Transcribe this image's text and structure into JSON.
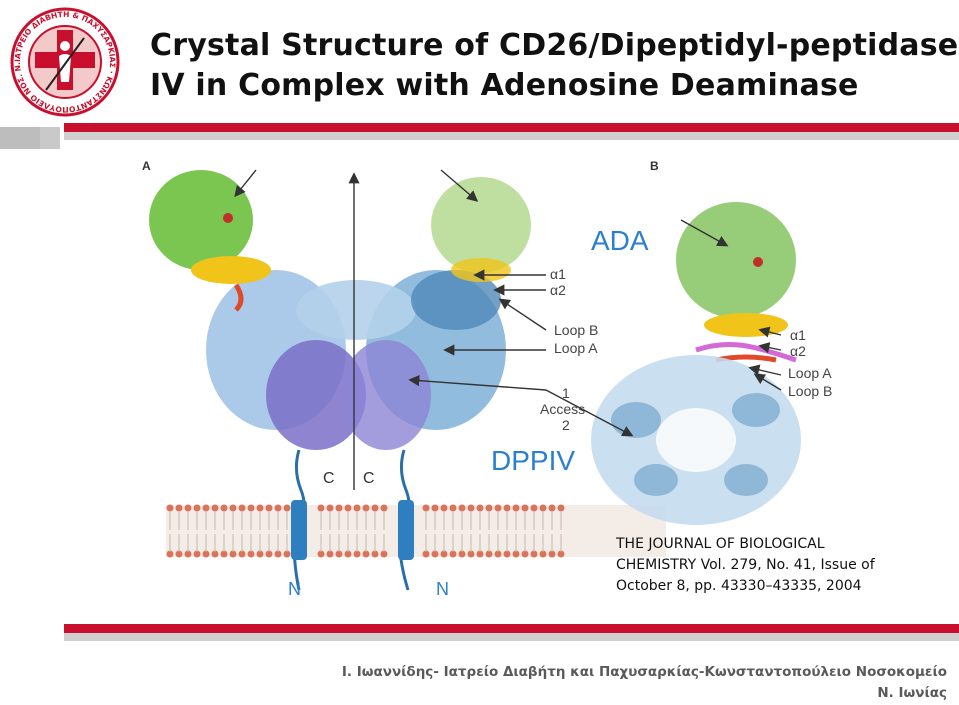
{
  "slide": {
    "title_line1": "Crystal Structure of CD26/Dipeptidyl-peptidase",
    "title_line2": "IV in Complex with Adenosine Deaminase",
    "logo": {
      "icon": "hospital-logo-seal",
      "ring_text": "ΙΑΤΡΕΙΟ ΔΙΑΒΗΤΗ & ΠΑΧΥΣΑΡΚΙΑΣ · ΚΩΝΣΤΑΝΤΟΠΟΥΛΕΙΟ ΝΟΣ. Ν. ΙΩΝΙΑΣ",
      "color": "#c8102e"
    },
    "accent_color": "#c8102e"
  },
  "figure": {
    "panel_a": "A",
    "panel_b": "B",
    "ada_label": "ADA",
    "dppiv_label": "DPPIV",
    "alpha1": "α1",
    "alpha2": "α2",
    "loop_b": "Loop B",
    "loop_a": "Loop A",
    "access_1": "1",
    "access_label": "Access",
    "access_2": "2",
    "c_left": "C",
    "c_right": "C",
    "n_left": "N",
    "n_right": "N",
    "b_alpha1": "α1",
    "b_alpha2": "α2",
    "b_loop_a": "Loop A",
    "b_loop_b": "Loop B",
    "colors": {
      "ada_green": "#7cc24a",
      "helix_yellow": "#f0c419",
      "loop_red": "#e04a2a",
      "dppiv_blue": "#6f9fd0",
      "dppiv_purple": "#7a6fc8",
      "label_blue": "#2b7fd0",
      "membrane_red": "#d9735b"
    }
  },
  "citation": {
    "line1": "THE JOURNAL OF BIOLOGICAL",
    "line2": "CHEMISTRY Vol. 279, No. 41, Issue of",
    "line3": "October 8, pp. 43330–43335, 2004"
  },
  "footer": {
    "line1": "Ι. Ιωαννίδης- Ιατρείο Διαβήτη και Παχυσαρκίας-Κωνσταντοπούλειο Νοσοκομείο",
    "line2": "Ν. Ιωνίας"
  }
}
